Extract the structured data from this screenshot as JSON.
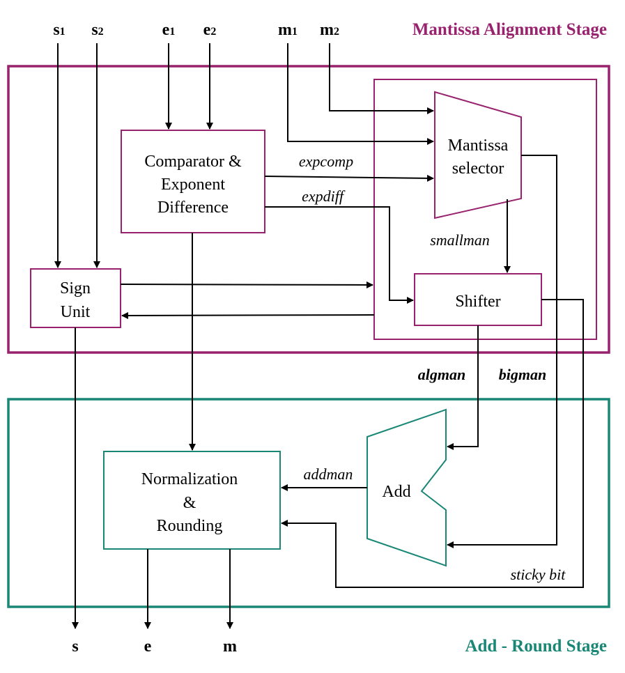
{
  "colors": {
    "stage1": "#98226e",
    "stage2": "#1a8776",
    "wire": "#000000"
  },
  "stages": {
    "top_title": "Mantissa Alignment Stage",
    "bottom_title": "Add - Round Stage"
  },
  "inputs": {
    "s1": {
      "base": "s",
      "sub": "1"
    },
    "s2": {
      "base": "s",
      "sub": "2"
    },
    "e1": {
      "base": "e",
      "sub": "1"
    },
    "e2": {
      "base": "e",
      "sub": "2"
    },
    "m1": {
      "base": "m",
      "sub": "1"
    },
    "m2": {
      "base": "m",
      "sub": "2"
    }
  },
  "outputs": {
    "s": "s",
    "e": "e",
    "m": "m"
  },
  "blocks": {
    "comparator": [
      "Comparator &",
      "Exponent",
      "Difference"
    ],
    "sign_unit": [
      "Sign",
      "Unit"
    ],
    "mantissa_selector": [
      "Mantissa",
      "selector"
    ],
    "shifter": "Shifter",
    "adder": "Add",
    "normalization": [
      "Normalization",
      "&",
      "Rounding"
    ]
  },
  "signals": {
    "expcomp": "expcomp",
    "expdiff": "expdiff",
    "smallman": "smallman",
    "algman": "algman",
    "bigman": "bigman",
    "addman": "addman",
    "sticky": "sticky bit"
  }
}
